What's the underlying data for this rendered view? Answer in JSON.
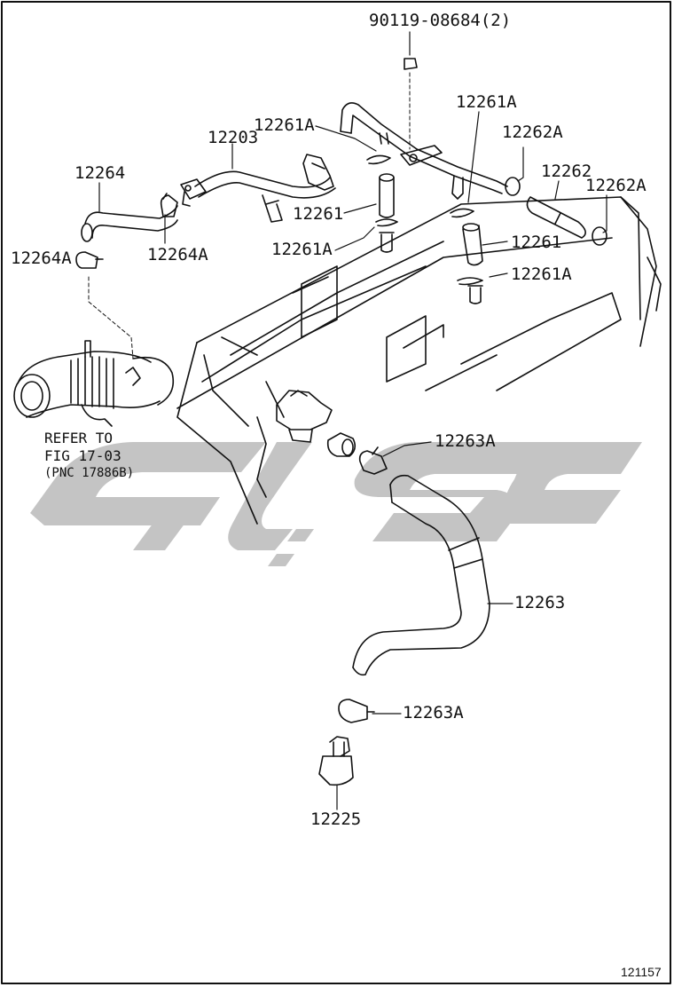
{
  "colors": {
    "ink": "#111111",
    "watermark": "#bdbdbd",
    "background": "#ffffff"
  },
  "watermark": {
    "type": "logo",
    "text": "مكم"
  },
  "labels": {
    "p90119": "90119-08684(2)",
    "p12261A_top": "12261A",
    "p12261A_right": "12261A",
    "p12262A_a": "12262A",
    "p12262": "12262",
    "p12262A_b": "12262A",
    "p12203": "12203",
    "p12264": "12264",
    "p12264A_left": "12264A",
    "p12264A": "12264A",
    "p12261_left": "12261",
    "p12261A_mid": "12261A",
    "p12261_right": "12261",
    "p12261A_low": "12261A",
    "p12263A_top": "12263A",
    "p12263": "12263",
    "p12263A_bottom": "12263A",
    "p12225": "12225"
  },
  "reference_note": {
    "line1": "REFER TO",
    "line2": "FIG 17-03",
    "line3": "(PNC 17886B)"
  },
  "figure_number": "121157"
}
